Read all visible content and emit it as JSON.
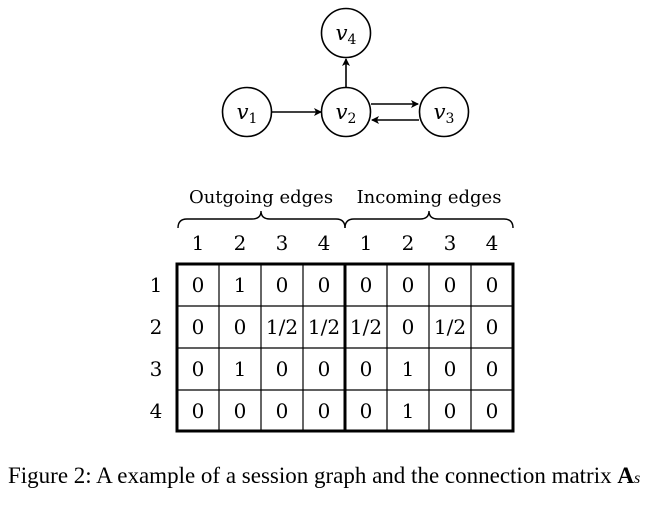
{
  "graph": {
    "nodes": [
      {
        "id": "v1",
        "label_base": "v",
        "label_sub": "1"
      },
      {
        "id": "v2",
        "label_base": "v",
        "label_sub": "2"
      },
      {
        "id": "v3",
        "label_base": "v",
        "label_sub": "3"
      },
      {
        "id": "v4",
        "label_base": "v",
        "label_sub": "4"
      }
    ],
    "edges": [
      {
        "from": "v1",
        "to": "v2"
      },
      {
        "from": "v2",
        "to": "v4"
      },
      {
        "from": "v2",
        "to": "v3"
      },
      {
        "from": "v3",
        "to": "v2"
      }
    ]
  },
  "matrix": {
    "group_labels": [
      "Outgoing edges",
      "Incoming edges"
    ],
    "column_headers": [
      "1",
      "2",
      "3",
      "4",
      "1",
      "2",
      "3",
      "4"
    ],
    "row_headers": [
      "1",
      "2",
      "3",
      "4"
    ],
    "cells": [
      [
        "0",
        "1",
        "0",
        "0",
        "0",
        "0",
        "0",
        "0"
      ],
      [
        "0",
        "0",
        "1/2",
        "1/2",
        "1/2",
        "0",
        "1/2",
        "0"
      ],
      [
        "0",
        "1",
        "0",
        "0",
        "0",
        "1",
        "0",
        "0"
      ],
      [
        "0",
        "0",
        "0",
        "0",
        "0",
        "1",
        "0",
        "0"
      ]
    ]
  },
  "caption": {
    "prefix": "Figure 2: A example of a session graph and the connection matrix ",
    "symbol_bold": "A",
    "symbol_sub": "s"
  }
}
